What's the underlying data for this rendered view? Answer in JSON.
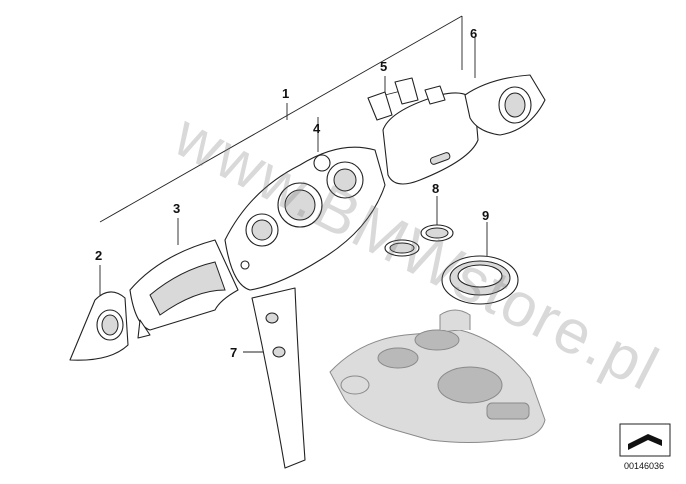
{
  "callouts": [
    "1",
    "2",
    "3",
    "4",
    "5",
    "6",
    "7",
    "8",
    "9"
  ],
  "watermark": "www.BMWstore.pl",
  "reference_number": "00146036"
}
